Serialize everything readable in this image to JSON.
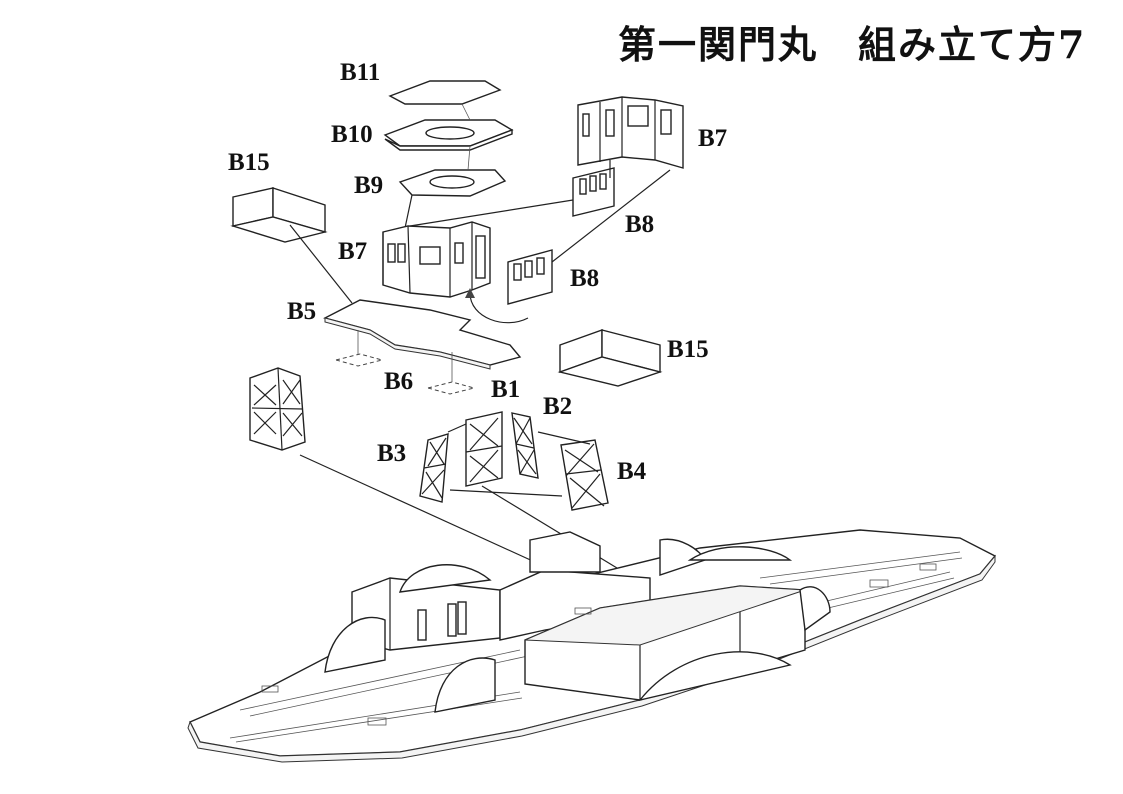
{
  "title": "第一関門丸　組み立て方7",
  "labels": {
    "b11": "B11",
    "b10": "B10",
    "b9": "B9",
    "b15_left": "B15",
    "b7_left": "B7",
    "b7_right": "B7",
    "b8_upper": "B8",
    "b8_lower": "B8",
    "b5": "B5",
    "b15_right": "B15",
    "b6": "B6",
    "b1": "B1",
    "b2": "B2",
    "b3": "B3",
    "b4": "B4"
  }
}
